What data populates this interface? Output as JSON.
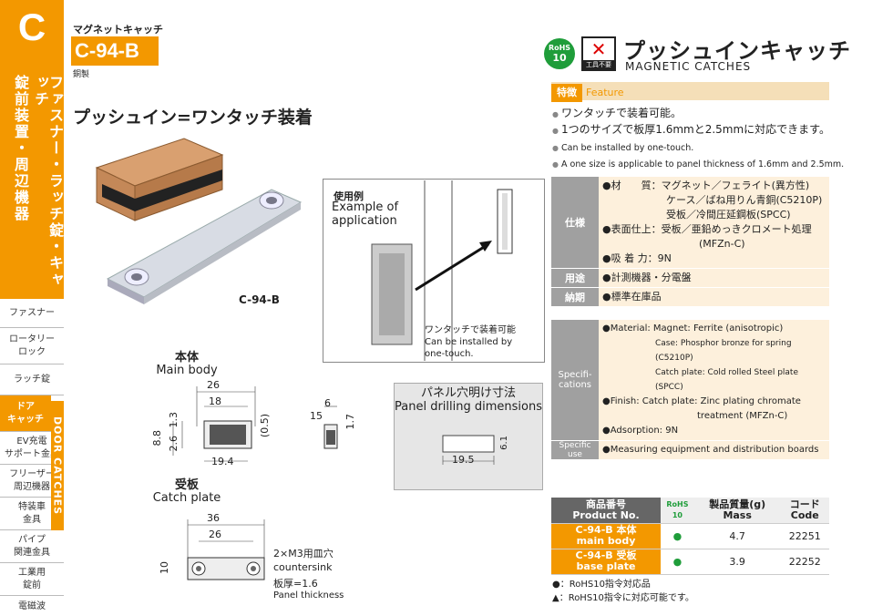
{
  "sidebar": {
    "letter": "C",
    "vertical_1": "ファスナー・ラッチ錠・キャッチ",
    "vertical_2": "錠前装置・周辺機器",
    "items": [
      {
        "label": "ファスナー"
      },
      {
        "label": "ロータリー\nロック"
      },
      {
        "label": "ラッチ錠"
      },
      {
        "label": "ドア\nキャッチ"
      },
      {
        "label": "EV充電\nサポート金具"
      },
      {
        "label": "フリーザー\n周辺機器"
      },
      {
        "label": "特装車\n金具"
      },
      {
        "label": "パイプ\n関連金具"
      },
      {
        "label": "工業用\n錠前"
      },
      {
        "label": "電磁波"
      }
    ],
    "door_tab": "DOOR CATCHES"
  },
  "header": {
    "category": "マグネットキャッチ",
    "code": "C-94-B",
    "material": "銅製",
    "rohs_top": "RoHS",
    "rohs_bottom": "10",
    "tool_text": "工具不要",
    "title": "プッシュインキャッチ",
    "subtitle": "MAGNETIC  CATCHES"
  },
  "feature": {
    "label": "特徴",
    "label_en": "Feature",
    "jp": [
      "ワンタッチで装着可能。",
      "1つのサイズで板厚1.6mmと2.5mmに対応できます。"
    ],
    "en": [
      "Can be installed by one-touch.",
      "A one size is applicable to panel thickness of 1.6mm and 2.5mm."
    ]
  },
  "main_heading": "プッシュイン=ワンタッチ装着",
  "photo_label": "C-94-B",
  "application": {
    "title": "使用例",
    "en": "Example of application",
    "note_jp": "ワンタッチで装着可能",
    "note_en": "Can be installed by one-touch."
  },
  "spec": {
    "label": "仕様",
    "material": "●材　　質：マグネット／フェライト(異方性)",
    "material_2": "ケース／ばね用りん青銅(C5210P)",
    "material_3": "受板／冷間圧延鋼板(SPCC)",
    "finish": "●表面仕上：受板／亜鉛めっきクロメート処理",
    "finish_2": "(MFZn-C)",
    "adsorption": "●吸 着 力：9N",
    "use_label": "用途",
    "use": "●計測機器・分電盤",
    "delivery_label": "納期",
    "delivery": "●標準在庫品",
    "en_label": "Specifi-\ncations",
    "en_material": "●Material: Magnet: Ferrite (anisotropic)",
    "en_case": "Case: Phosphor bronze for spring (C5210P)",
    "en_plate": "Catch plate: Cold rolled Steel plate (SPCC)",
    "en_finish": "●Finish: Catch plate: Zinc plating chromate",
    "en_finish_2": "treatment (MFZn-C)",
    "en_adsorption": "●Adsorption: 9N",
    "en_use_label": "Specific use",
    "en_use": "●Measuring equipment and distribution boards"
  },
  "drawings": {
    "main_body_jp": "本体",
    "main_body_en": "Main body",
    "catch_plate_jp": "受板",
    "catch_plate_en": "Catch plate",
    "dim_26": "26",
    "dim_18": "18",
    "dim_194": "19.4",
    "dim_05": "(0.5)",
    "dim_88": "8.8",
    "dim_13": "1.3",
    "dim_26v": "2.6",
    "dim_6": "6",
    "dim_15": "15",
    "dim_17": "1.7",
    "dim_36": "36",
    "dim_26b": "26",
    "dim_10": "10",
    "countersink_jp": "2×M3用皿穴",
    "countersink_en": "countersink",
    "thickness_jp": "板厚=1.6",
    "thickness_en": "Panel thickness",
    "panel_jp": "パネル穴明け寸法",
    "panel_en": "Panel drilling dimensions",
    "panel_w": "19.5",
    "panel_h": "6.1"
  },
  "product_table": {
    "h_product_jp": "商品番号",
    "h_product_en": "Product No.",
    "h_rohs": "RoHS\n10",
    "h_mass_jp": "製品質量(g)",
    "h_mass_en": "Mass",
    "h_code_jp": "コード",
    "h_code_en": "Code",
    "rows": [
      {
        "pn_1": "C-94-B 本体",
        "pn_2": "main body",
        "rohs": "●",
        "mass": "4.7",
        "code": "22251"
      },
      {
        "pn_1": "C-94-B 受板",
        "pn_2": "base plate",
        "rohs": "●",
        "mass": "3.9",
        "code": "22252"
      }
    ]
  },
  "legend": [
    "●：RoHS10指令対応品",
    "▲：RoHS10指令に対応可能です。"
  ],
  "colors": {
    "accent": "#f39800",
    "gray": "#a0a0a0",
    "rohs_green": "#1f9d3a"
  }
}
